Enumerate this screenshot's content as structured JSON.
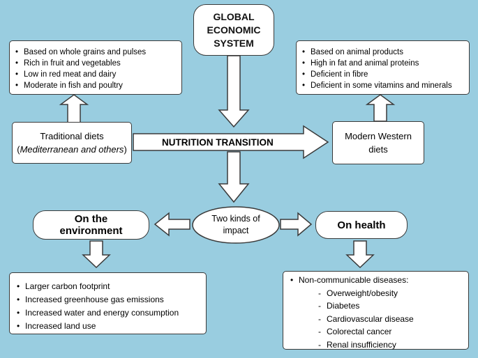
{
  "colors": {
    "background": "#99cde0",
    "box_fill": "#ffffff",
    "border": "#3a3a3a"
  },
  "global": {
    "lines": [
      "GLOBAL",
      "ECONOMIC",
      "SYSTEM"
    ]
  },
  "traditional_features": [
    "Based on whole grains and pulses",
    "Rich in fruit and vegetables",
    "Low in red meat and dairy",
    "Moderate in fish and poultry"
  ],
  "modern_features": [
    "Based on animal products",
    "High in fat and animal proteins",
    "Deficient in fibre",
    "Deficient in some vitamins and minerals"
  ],
  "traditional": {
    "title": "Traditional diets",
    "subtitle": "Mediterranean and others"
  },
  "modern": {
    "line1": "Modern Western",
    "line2": "diets"
  },
  "transition": {
    "label": "NUTRITION TRANSITION"
  },
  "impact": {
    "line1": "Two kinds of",
    "line2": "impact"
  },
  "environment": {
    "line1": "On the",
    "line2": "environment"
  },
  "health": {
    "title": "On health"
  },
  "environment_effects": [
    "Larger carbon footprint",
    "Increased greenhouse gas emissions",
    "Increased water and energy consumption",
    "Increased land use"
  ],
  "health_effects": {
    "heading": "Non-communicable diseases:",
    "items": [
      "Overweight/obesity",
      "Diabetes",
      "Cardiovascular disease",
      "Colorectal cancer",
      "Renal insufficiency"
    ]
  }
}
